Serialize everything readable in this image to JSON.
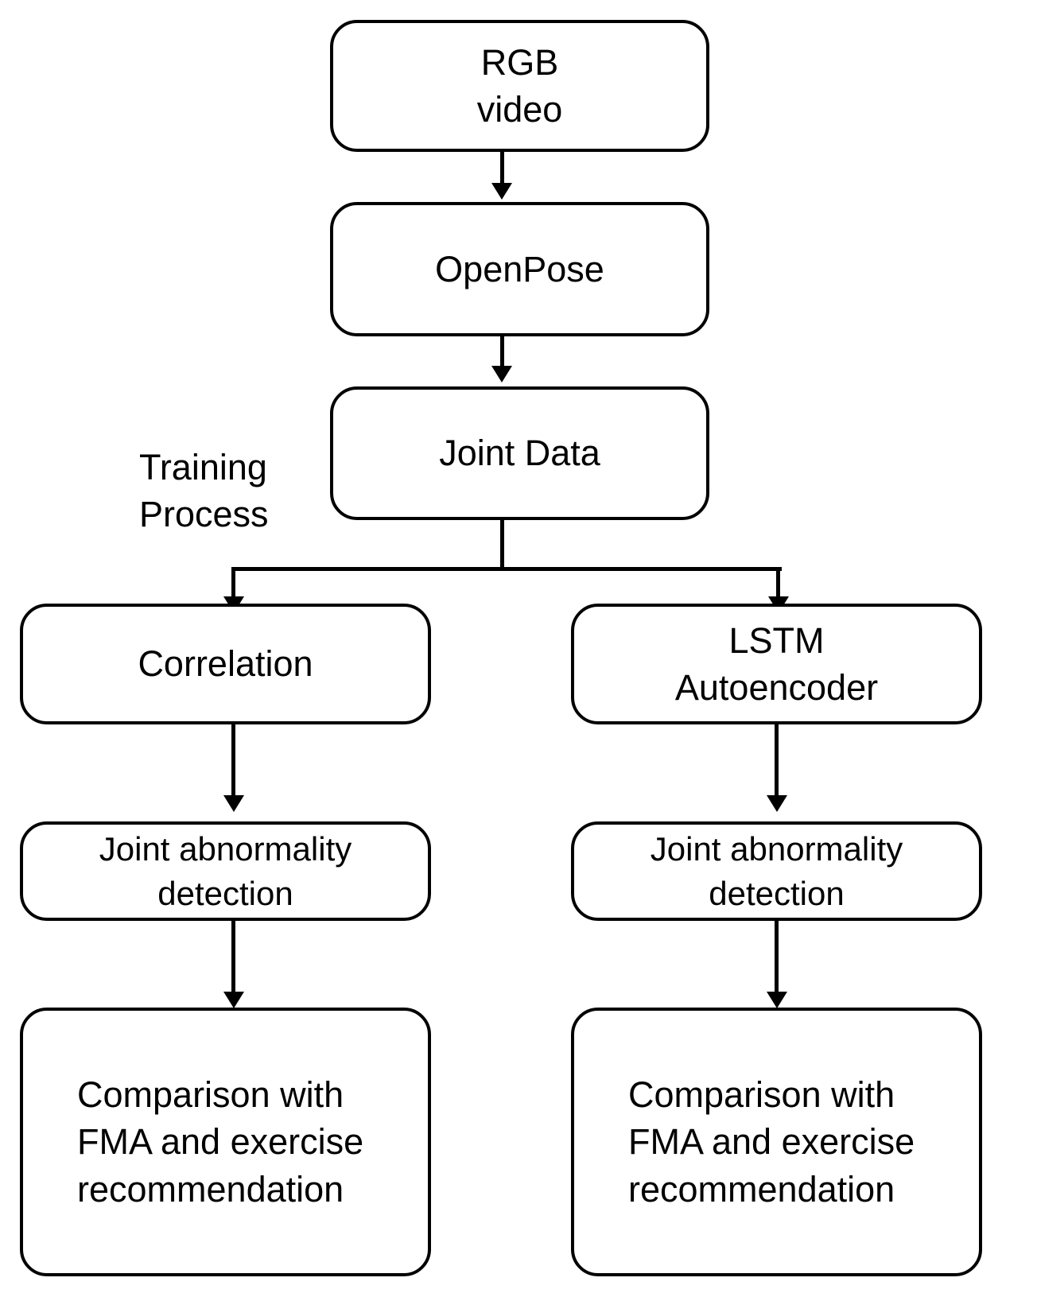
{
  "diagram": {
    "title": "Training Process pipeline flowchart",
    "side_label": "Training\nProcess",
    "colors": {
      "stroke": "#000000",
      "fill": "#ffffff",
      "text": "#000000"
    },
    "nodes": {
      "rgb_video": "RGB\nvideo",
      "openpose": "OpenPose",
      "joint_data": "Joint Data",
      "correlation": "Correlation",
      "lstm_autoencoder": "LSTM\nAutoencoder",
      "joint_abnormality_left": "Joint abnormality\ndetection",
      "joint_abnormality_right": "Joint abnormality\ndetection",
      "comparison_left": "Comparison with\nFMA and exercise\nrecommendation",
      "comparison_right": "Comparison with\nFMA and exercise\nrecommendation"
    },
    "edges": [
      {
        "from": "rgb_video",
        "to": "openpose",
        "kind": "arrow-down"
      },
      {
        "from": "openpose",
        "to": "joint_data",
        "kind": "arrow-down"
      },
      {
        "from": "joint_data",
        "to": "correlation",
        "kind": "split-arrow-down-left"
      },
      {
        "from": "joint_data",
        "to": "lstm_autoencoder",
        "kind": "split-arrow-down-right"
      },
      {
        "from": "correlation",
        "to": "joint_abnormality_left",
        "kind": "arrow-down"
      },
      {
        "from": "lstm_autoencoder",
        "to": "joint_abnormality_right",
        "kind": "arrow-down"
      },
      {
        "from": "joint_abnormality_left",
        "to": "comparison_left",
        "kind": "arrow-down"
      },
      {
        "from": "joint_abnormality_right",
        "to": "comparison_right",
        "kind": "arrow-down"
      }
    ]
  }
}
